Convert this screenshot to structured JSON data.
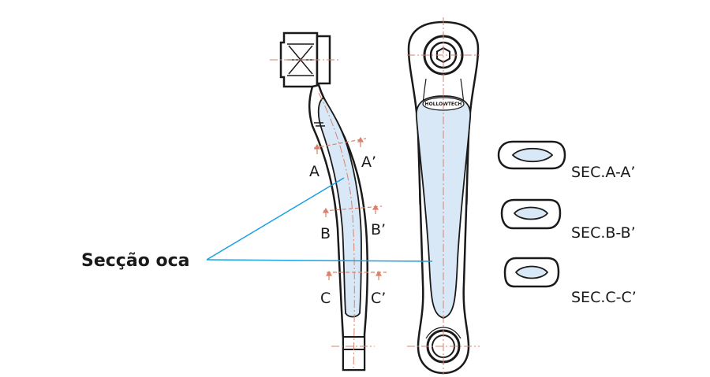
{
  "callout": {
    "label": "Secção oca",
    "line_color": "#1ba1e2"
  },
  "cut_marks": [
    {
      "left": "A",
      "right": "A’"
    },
    {
      "left": "B",
      "right": "B’"
    },
    {
      "left": "C",
      "right": "C’"
    }
  ],
  "sections": [
    {
      "label": "SEC.A-A’"
    },
    {
      "label": "SEC.B-B’"
    },
    {
      "label": "SEC.C-C’"
    }
  ],
  "brand_text": "HOLLOWTECH",
  "colors": {
    "outline": "#1a1a1a",
    "hollow_fill": "#d9e8f7",
    "center_line": "#d9826a",
    "callout": "#1ba1e2"
  }
}
